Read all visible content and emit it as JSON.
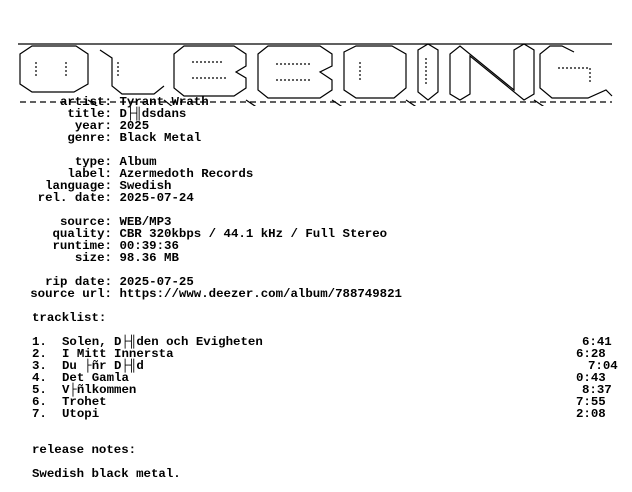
{
  "info": {
    "artist_label": "artist:",
    "artist": "Tyrant Wrath",
    "title_label": "title:",
    "title": "D├╢dsdans",
    "year_label": "year:",
    "year": "2025",
    "genre_label": "genre:",
    "genre": "Black Metal",
    "type_label": "type:",
    "type": "Album",
    "label_label": "label:",
    "label": "Azermedoth Records",
    "language_label": "language:",
    "language": "Swedish",
    "reldate_label": "rel. date:",
    "reldate": "2025-07-24",
    "source_label": "source:",
    "source": "WEB/MP3",
    "quality_label": "quality:",
    "quality": "CBR 320kbps / 44.1 kHz / Full Stereo",
    "runtime_label": "runtime:",
    "runtime": "00:39:36",
    "size_label": "size:",
    "size": "98.36 MB",
    "ripdate_label": "rip date:",
    "ripdate": "2025-07-25",
    "sourceurl_label": "source url:",
    "sourceurl": "https://www.deezer.com/album/788749821"
  },
  "tracklist": {
    "heading": "tracklist:",
    "tracks": [
      {
        "num": "1.",
        "title": "Solen, D├╢den och Evigheten",
        "time": "6:41"
      },
      {
        "num": "2.",
        "title": "I Mitt Innersta",
        "time": "6:28"
      },
      {
        "num": "3.",
        "title": "Du ├ñr D├╢d",
        "time": "7:04"
      },
      {
        "num": "4.",
        "title": "Det Gamla",
        "time": "0:43"
      },
      {
        "num": "5.",
        "title": "V├ñlkommen",
        "time": "8:37"
      },
      {
        "num": "6.",
        "title": "Trohet",
        "time": "7:55"
      },
      {
        "num": "7.",
        "title": "Utopi",
        "time": "2:08"
      }
    ]
  },
  "notes": {
    "heading": "release notes:",
    "text": "Swedish black metal."
  }
}
